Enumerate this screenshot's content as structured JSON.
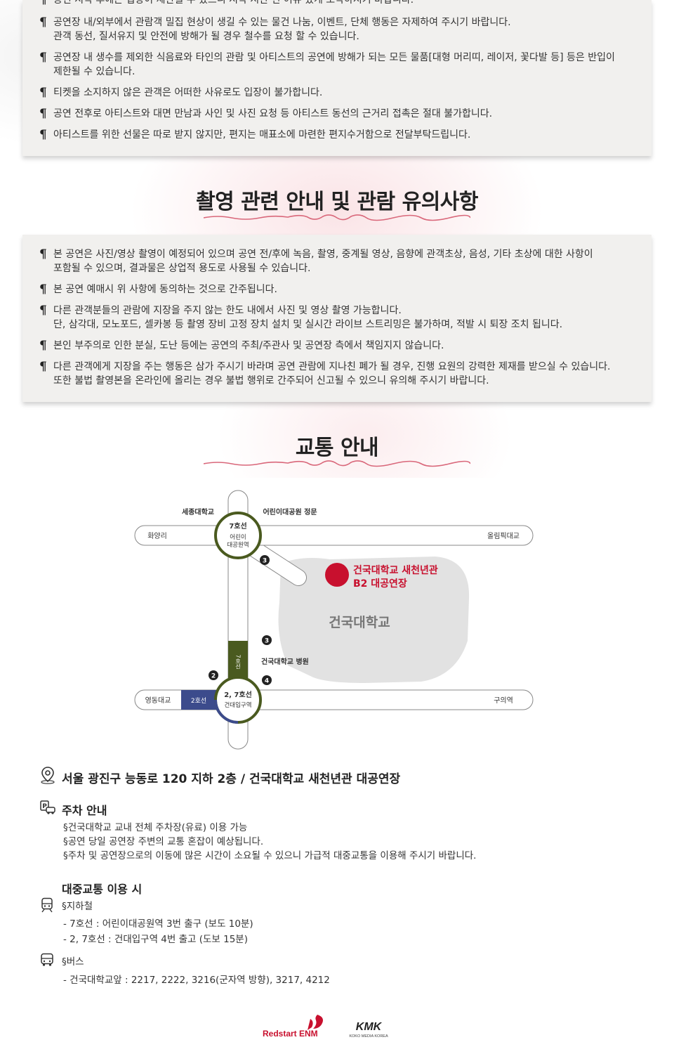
{
  "notices_top": [
    {
      "text": "공연 시작 후에는 입장이 제한될 수 있으니 시작 시간 전 여유 있게 도착하시기 바랍니다."
    },
    {
      "text": "공연장 내/외부에서 관람객 밀집 현상이 생길 수 있는 물건 나눔, 이벤트, 단체 행동은 자제하여 주시기 바랍니다.\n관객 동선, 질서유지 및 안전에 방해가 될 경우 철수를 요청 할 수 있습니다."
    },
    {
      "text": "공연장 내 생수를 제외한 식음료와 타인의 관람 및 아티스트의 공연에 방해가 되는 모든 물품[대형 머리띠, 레이저, 꽃다발 등] 등은 반입이\n제한될 수 있습니다."
    },
    {
      "text": "티켓을 소지하지 않은 관객은 어떠한 사유로도 입장이 불가합니다."
    },
    {
      "text": "공연 전후로 아티스트와 대면 만남과 사인 및 사진 요청 등 아티스트 동선의 근거리 접촉은 절대 불가합니다."
    },
    {
      "text": "아티스트를 위한 선물은 따로 받지 않지만, 편지는 매표소에 마련한 편지수거함으로 전달부탁드립니다."
    }
  ],
  "photo_section": {
    "title": "촬영 관련 안내 및 관람 유의사항",
    "items": [
      {
        "text": "본 공연은 사진/영상 촬영이 예정되어 있으며 공연 전/후에 녹음, 촬영, 중계될 영상, 음향에 관객초상, 음성, 기타 초상에 대한 사항이\n포함될 수 있으며, 결과물은 상업적 용도로 사용될 수 있습니다."
      },
      {
        "text": "본 공연 예매시 위 사항에 동의하는 것으로 간주됩니다."
      },
      {
        "text": "다른 관객분들의 관람에 지장을 주지 않는 한도 내에서 사진 및 영상 촬영 가능합니다.\n단, 삼각대, 모노포드, 셀카봉 등 촬영 장비 고정 장치 설치 및 실시간 라이브 스트리밍은 불가하며, 적발 시 퇴장 조치 됩니다."
      },
      {
        "text": "본인 부주의로 인한 분실, 도난 등에는 공연의 주최/주관사 및 공연장 측에서 책임지지 않습니다."
      },
      {
        "text": "다른 관객에게 지장을 주는 행동은 삼가 주시기 바라며 공연 관람에 지나친 폐가 될 경우, 진행 요원의 강력한 제재를 받으실 수 있습니다.\n또한 불법 촬영본을 온라인에 올리는 경우 불법 행위로 간주되어 신고될 수 있으니 유의해 주시기 바랍니다."
      }
    ]
  },
  "transport_section": {
    "title": "교통 안내",
    "map": {
      "label_sejong": "세종대학교",
      "label_childpark_gate": "어린이대공원 정문",
      "label_hwayangri": "화양리",
      "label_olympic": "올림픽대교",
      "label_line7": "7호선",
      "label_childpark_station_1": "어린이",
      "label_childpark_station_2": "대공원역",
      "venue_line1": "건국대학교 새천년관",
      "venue_line2": "B2 대공연장",
      "label_university": "건국대학교",
      "label_hospital": "건국대학교 병원",
      "label_line7_vertical": "7호선",
      "label_line2_tag": "2호선",
      "label_yeongdong": "영동대교",
      "label_guui": "구의역",
      "label_konkuk_station_1": "2, 7호선",
      "label_konkuk_station_2": "건대입구역",
      "exit_3a": "3",
      "exit_3b": "3",
      "exit_2": "2",
      "exit_4": "4",
      "colors": {
        "line7": "#4a5a1f",
        "line2": "#3c4b8c",
        "venue": "#c8102e",
        "campus": "#e2e2e2"
      }
    },
    "address": "서울 광진구 능동로 120 지하 2층 / 건국대학교 새천년관 대공연장",
    "parking": {
      "heading": "주차 안내",
      "lines": [
        "§건국대학교 교내 전체 주차장(유료) 이용 가능",
        "§공연 당일 공연장 주변의 교통 혼잡이 예상됩니다.",
        "§주차 및 공연장으로의 이동에 많은 시간이 소요될 수 있으니 가급적 대중교통을 이용해 주시기 바랍니다."
      ]
    },
    "public": {
      "heading": "대중교통 이용 시",
      "subway_label": "§지하철",
      "subway_lines": [
        "- 7호선 : 어린이대공원역 3번 출구 (보도 10분)",
        "- 2, 7호선 : 건대입구역 4번 출고 (도보 15분)"
      ],
      "bus_label": "§버스",
      "bus_lines": [
        "- 건국대학교앞 : 2217, 2222, 3216(군자역 방향), 3217, 4212"
      ]
    }
  },
  "footer": {
    "logo1": "Redstart ENM",
    "logo2_mark": "KMK",
    "logo2_text": "KOKO MEDIA KOREA"
  }
}
